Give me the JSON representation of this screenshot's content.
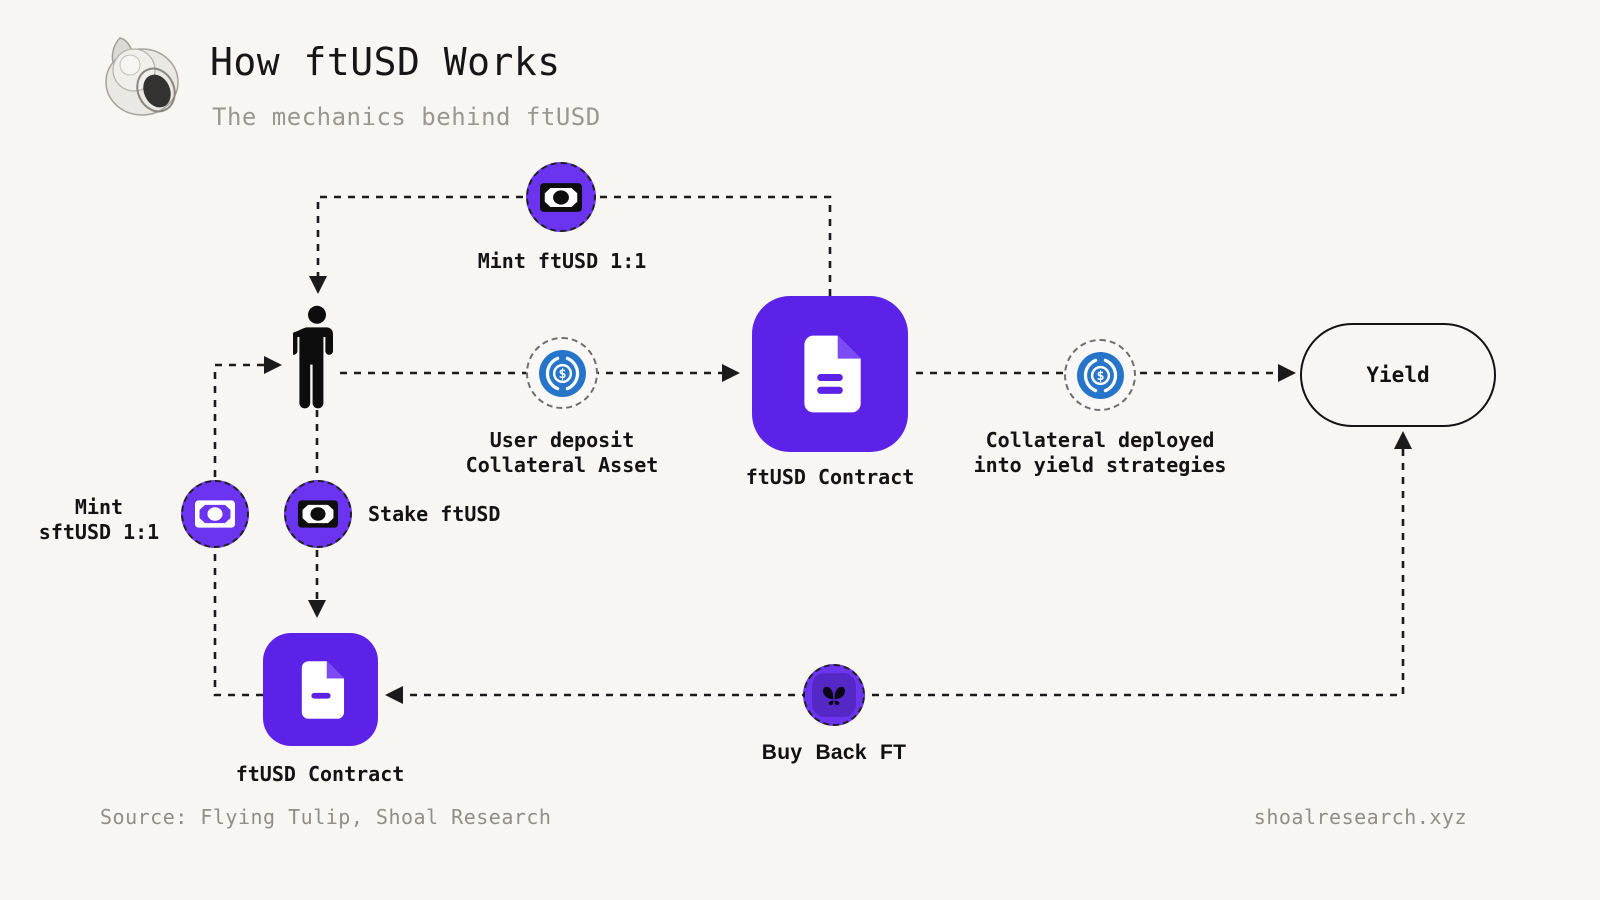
{
  "header": {
    "title": "How ftUSD Works",
    "subtitle": "The mechanics behind ftUSD",
    "logo": "shell-logo"
  },
  "nodes": {
    "user": {
      "icon": "person-icon"
    },
    "contract_top": {
      "label": "ftUSD Contract",
      "icon": "document-icon"
    },
    "contract_bottom": {
      "label": "ftUSD Contract",
      "icon": "document-icon"
    },
    "yield": {
      "label": "Yield"
    }
  },
  "edges": {
    "mint_ftusd": {
      "label": "Mint ftUSD 1:1",
      "icon": "banknote-icon"
    },
    "user_deposit": {
      "line1": "User deposit",
      "line2": "Collateral Asset",
      "icon": "usdc-coin-icon"
    },
    "collateral_deployed": {
      "line1": "Collateral deployed",
      "line2": "into yield strategies",
      "icon": "usdc-coin-icon"
    },
    "mint_sftusd": {
      "line1": "Mint",
      "line2": "sftUSD 1:1",
      "icon": "banknote-white-icon"
    },
    "stake_ftusd": {
      "label": "Stake ftUSD",
      "icon": "banknote-icon"
    },
    "buy_back": {
      "label": "Buy Back FT",
      "icon": "butterfly-icon"
    }
  },
  "footer": {
    "source": "Source: Flying Tulip, Shoal Research",
    "website": "shoalresearch.xyz"
  },
  "colors": {
    "background": "#f7f6f3",
    "purple_box": "#5c22e8",
    "purple_circle": "#6a34f0",
    "usdc_blue": "#2775ca",
    "line": "#1b1b1b",
    "muted_text": "#918e89"
  }
}
